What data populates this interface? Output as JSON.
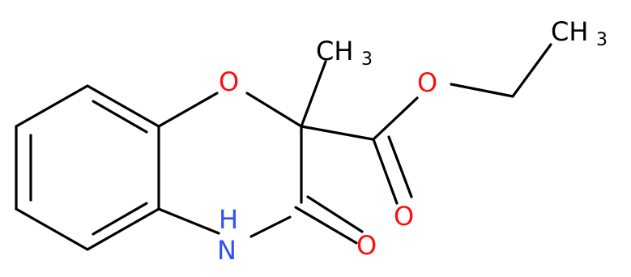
{
  "molecule": {
    "atoms": {
      "ring_oxygen": "O",
      "nitrogen_h": "H",
      "nitrogen": "N",
      "ketone_oxygen": "O",
      "ester_carbonyl_oxygen": "O",
      "ester_oxygen": "O",
      "methyl_c": "CH",
      "methyl_sub": "3",
      "ethyl_c": "CH",
      "ethyl_sub": "3"
    },
    "colors": {
      "bond": "#000000",
      "carbon_label": "#000000",
      "oxygen": "#ff0d0d",
      "nitrogen": "#3050f8"
    }
  }
}
